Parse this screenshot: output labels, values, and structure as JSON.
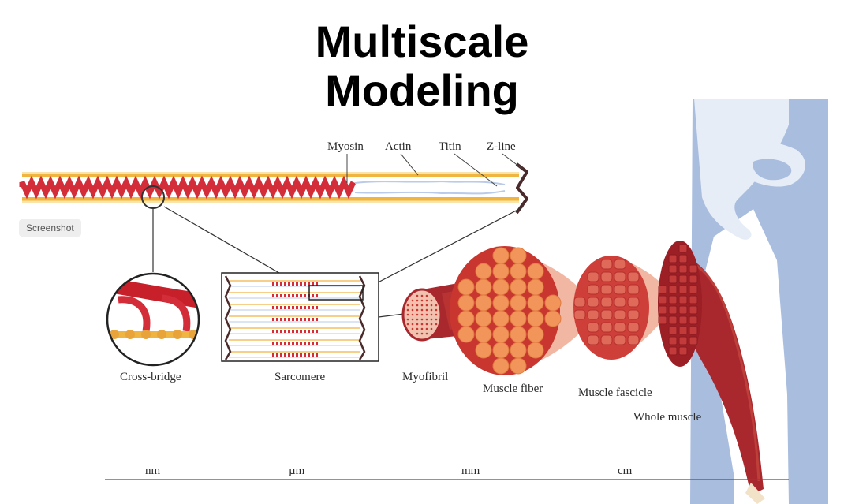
{
  "title": {
    "line1": "Multiscale",
    "line2": "Modeling"
  },
  "badge": "Screenshot",
  "legend": [
    {
      "label": "Myosin",
      "color": "#d42d3a"
    },
    {
      "label": "Actin",
      "color": "#f0a040"
    },
    {
      "label": "Titin",
      "color": "#6a8ccc"
    },
    {
      "label": "Z-line",
      "color": "#3a2a2a"
    }
  ],
  "structures": {
    "cross_bridge": "Cross-bridge",
    "sarcomere": "Sarcomere",
    "myofibril": "Myofibril",
    "muscle_fiber": "Muscle fiber",
    "muscle_fascicle": "Muscle fascicle",
    "whole_muscle": "Whole muscle"
  },
  "scale": {
    "nm": "nm",
    "um": "µm",
    "mm": "mm",
    "cm": "cm"
  },
  "colors": {
    "bone": "#e6edf7",
    "leg": "#a9bddf",
    "muscle_dark": "#a8282e",
    "muscle_mid": "#d4463a",
    "fiber_orange": "#f2955a",
    "pink": "#f2c2b0"
  }
}
